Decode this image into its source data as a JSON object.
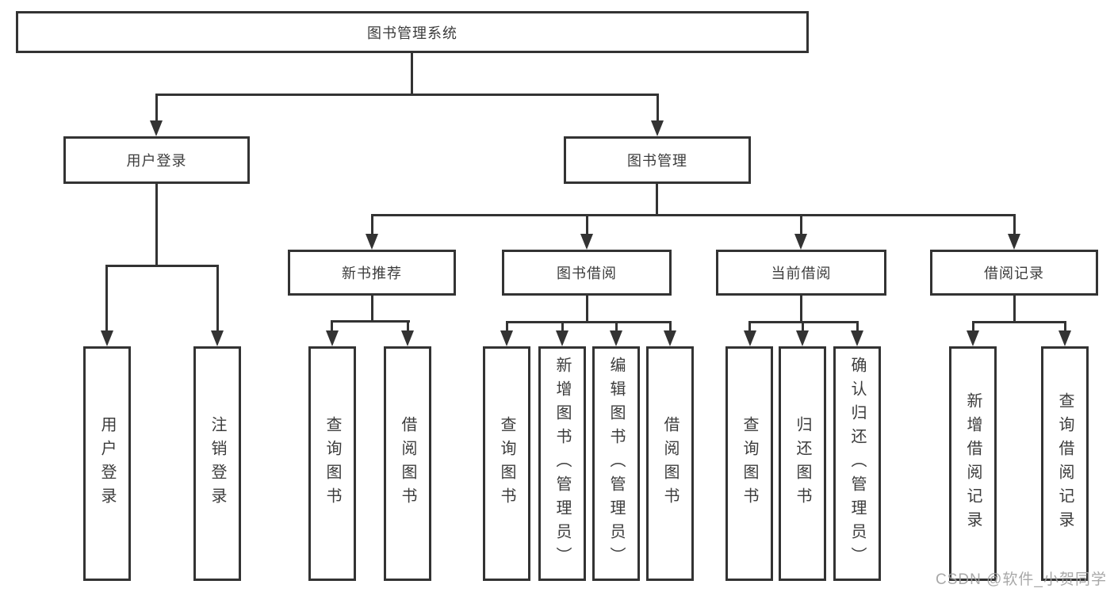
{
  "colors": {
    "line": "#333333",
    "box_background": "#ffffff",
    "text": "#3c3c3c",
    "watermark": "#9e9e9e"
  },
  "tree": {
    "label": "图书管理系统",
    "children": [
      {
        "label": "用户登录",
        "children": [
          {
            "label": "用户登录"
          },
          {
            "label": "注销登录"
          }
        ]
      },
      {
        "label": "图书管理",
        "children": [
          {
            "label": "新书推荐",
            "children": [
              {
                "label": "查询图书"
              },
              {
                "label": "借阅图书"
              }
            ]
          },
          {
            "label": "图书借阅",
            "children": [
              {
                "label": "查询图书"
              },
              {
                "label": "新增图书（管理员）"
              },
              {
                "label": "编辑图书（管理员）"
              },
              {
                "label": "借阅图书"
              }
            ]
          },
          {
            "label": "当前借阅",
            "children": [
              {
                "label": "查询图书"
              },
              {
                "label": "归还图书"
              },
              {
                "label": "确认归还（管理员）"
              }
            ]
          },
          {
            "label": "借阅记录",
            "children": [
              {
                "label": "新增借阅记录"
              },
              {
                "label": "查询借阅记录"
              }
            ]
          }
        ]
      }
    ]
  },
  "watermark": {
    "text": "CSDN @软件_小贺同学"
  }
}
